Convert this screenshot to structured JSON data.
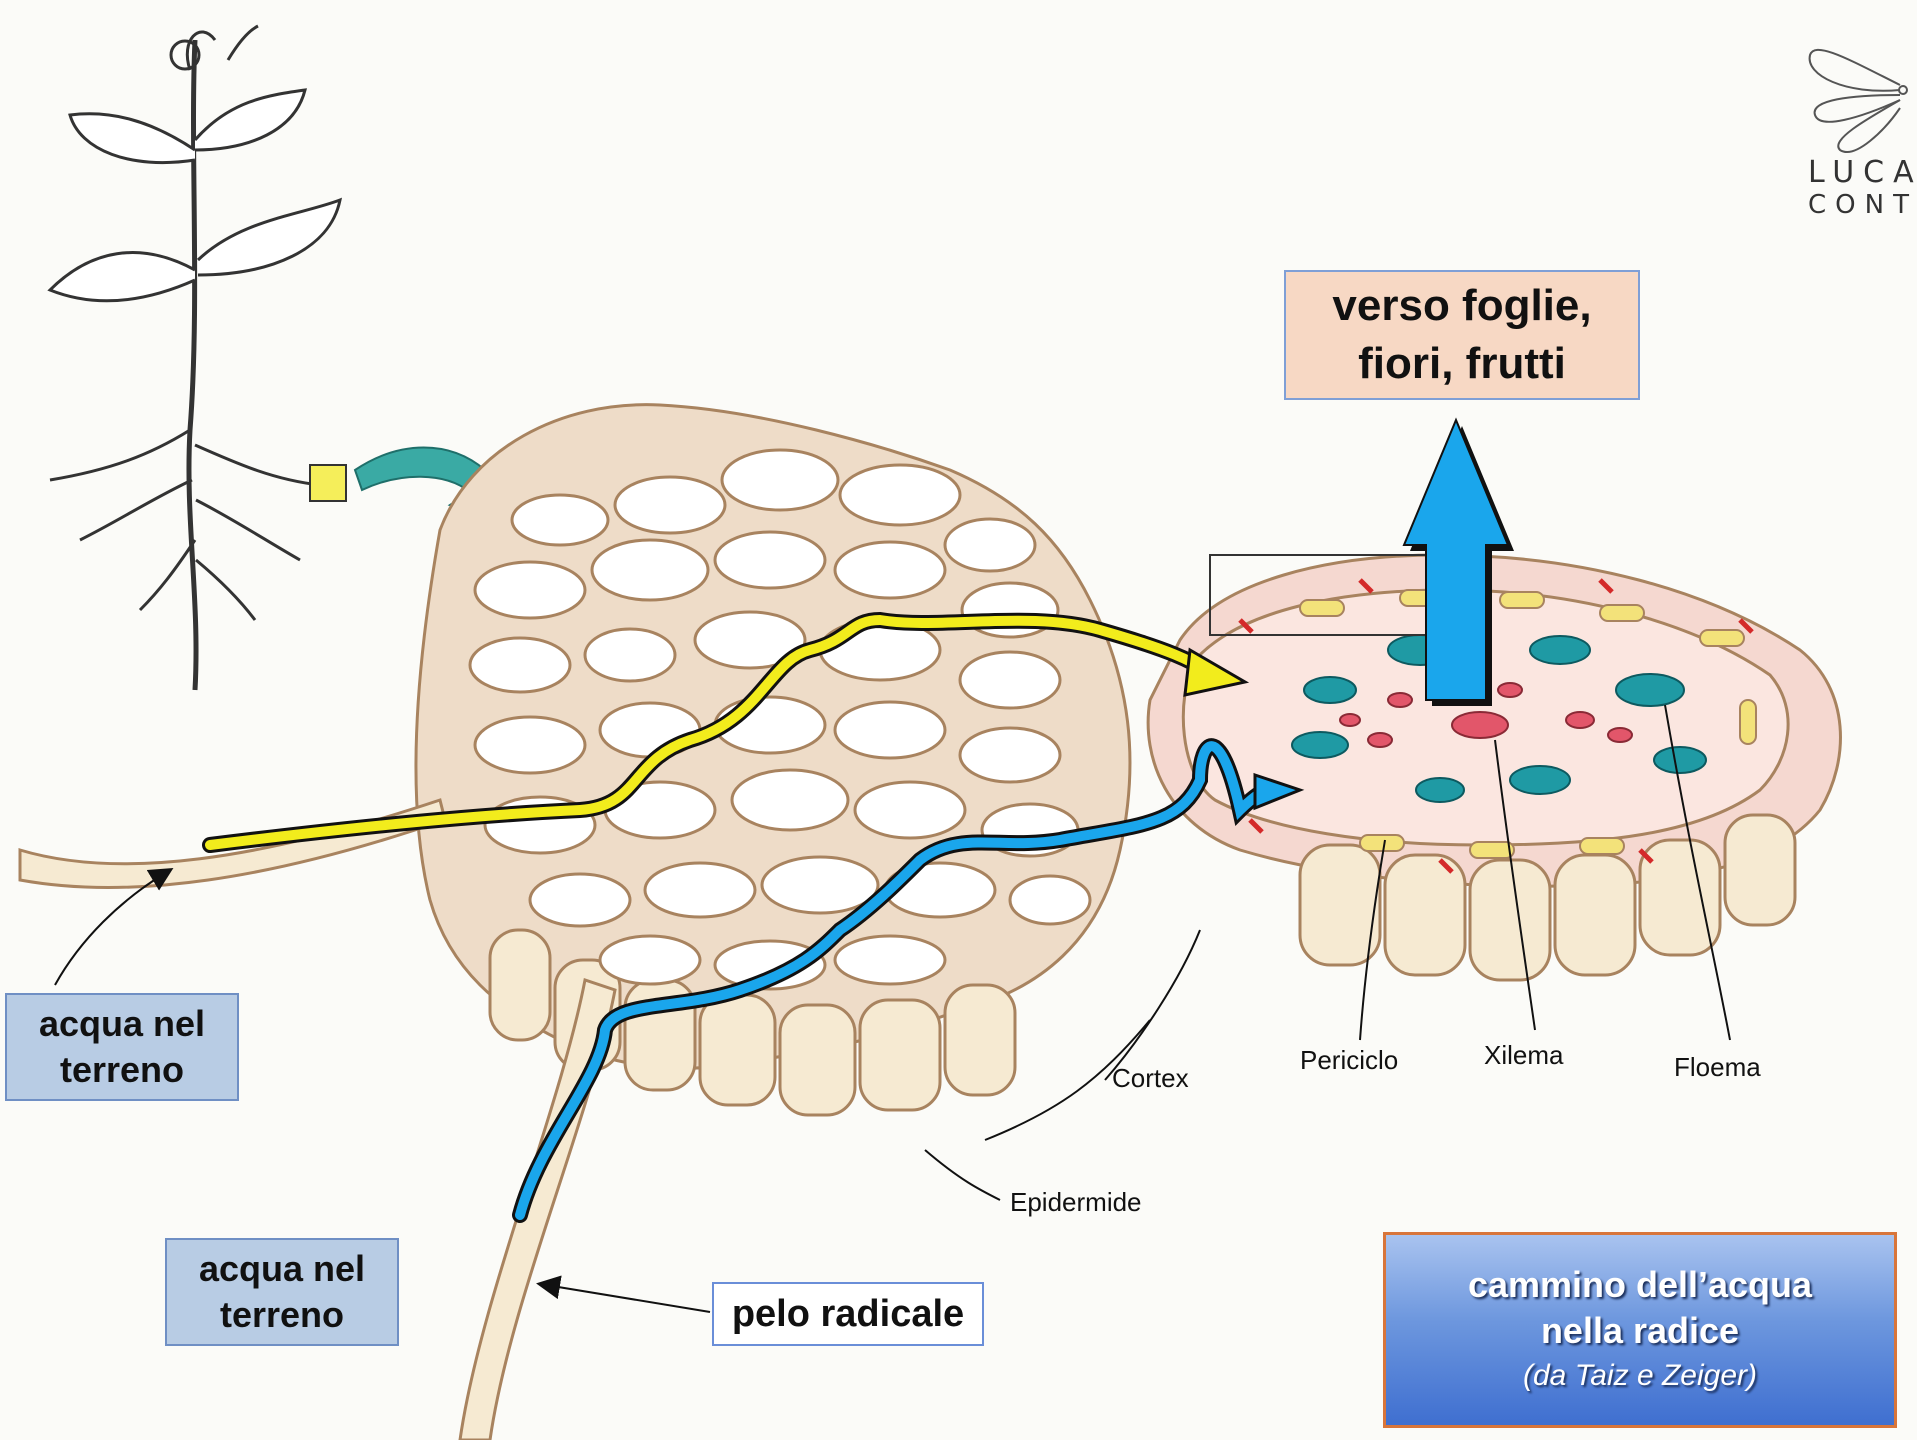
{
  "labels": {
    "destination": [
      "verso foglie,",
      "fiori, frutti"
    ],
    "water_left": [
      "acqua nel",
      "terreno"
    ],
    "water_bottom": [
      "acqua nel",
      "terreno"
    ],
    "root_hair": "pelo radicale",
    "cortex": "Cortex",
    "epidermis": "Epidermide",
    "pericycle": "Periciclo",
    "xylem": "Xilema",
    "phloem": "Floema"
  },
  "title": {
    "line1": "cammino dell’acqua",
    "line2": "nella radice",
    "credit": "(da Taiz e Zeiger)"
  },
  "logo": {
    "line1": "LUCA",
    "line2": "CONTE"
  },
  "colors": {
    "path_apoplast": "#f2ec1c",
    "path_symplast": "#1aa6ec",
    "up_arrow": "#1aa6ec",
    "xylem_cells": "#e2566a",
    "phloem_cells": "#1f9aa4",
    "cell_walls": "#c69a76",
    "cell_fill": "#ffffff"
  },
  "icons": [
    "plant-illustration",
    "teal-curved-arrow",
    "butterfly-logo-icon"
  ]
}
